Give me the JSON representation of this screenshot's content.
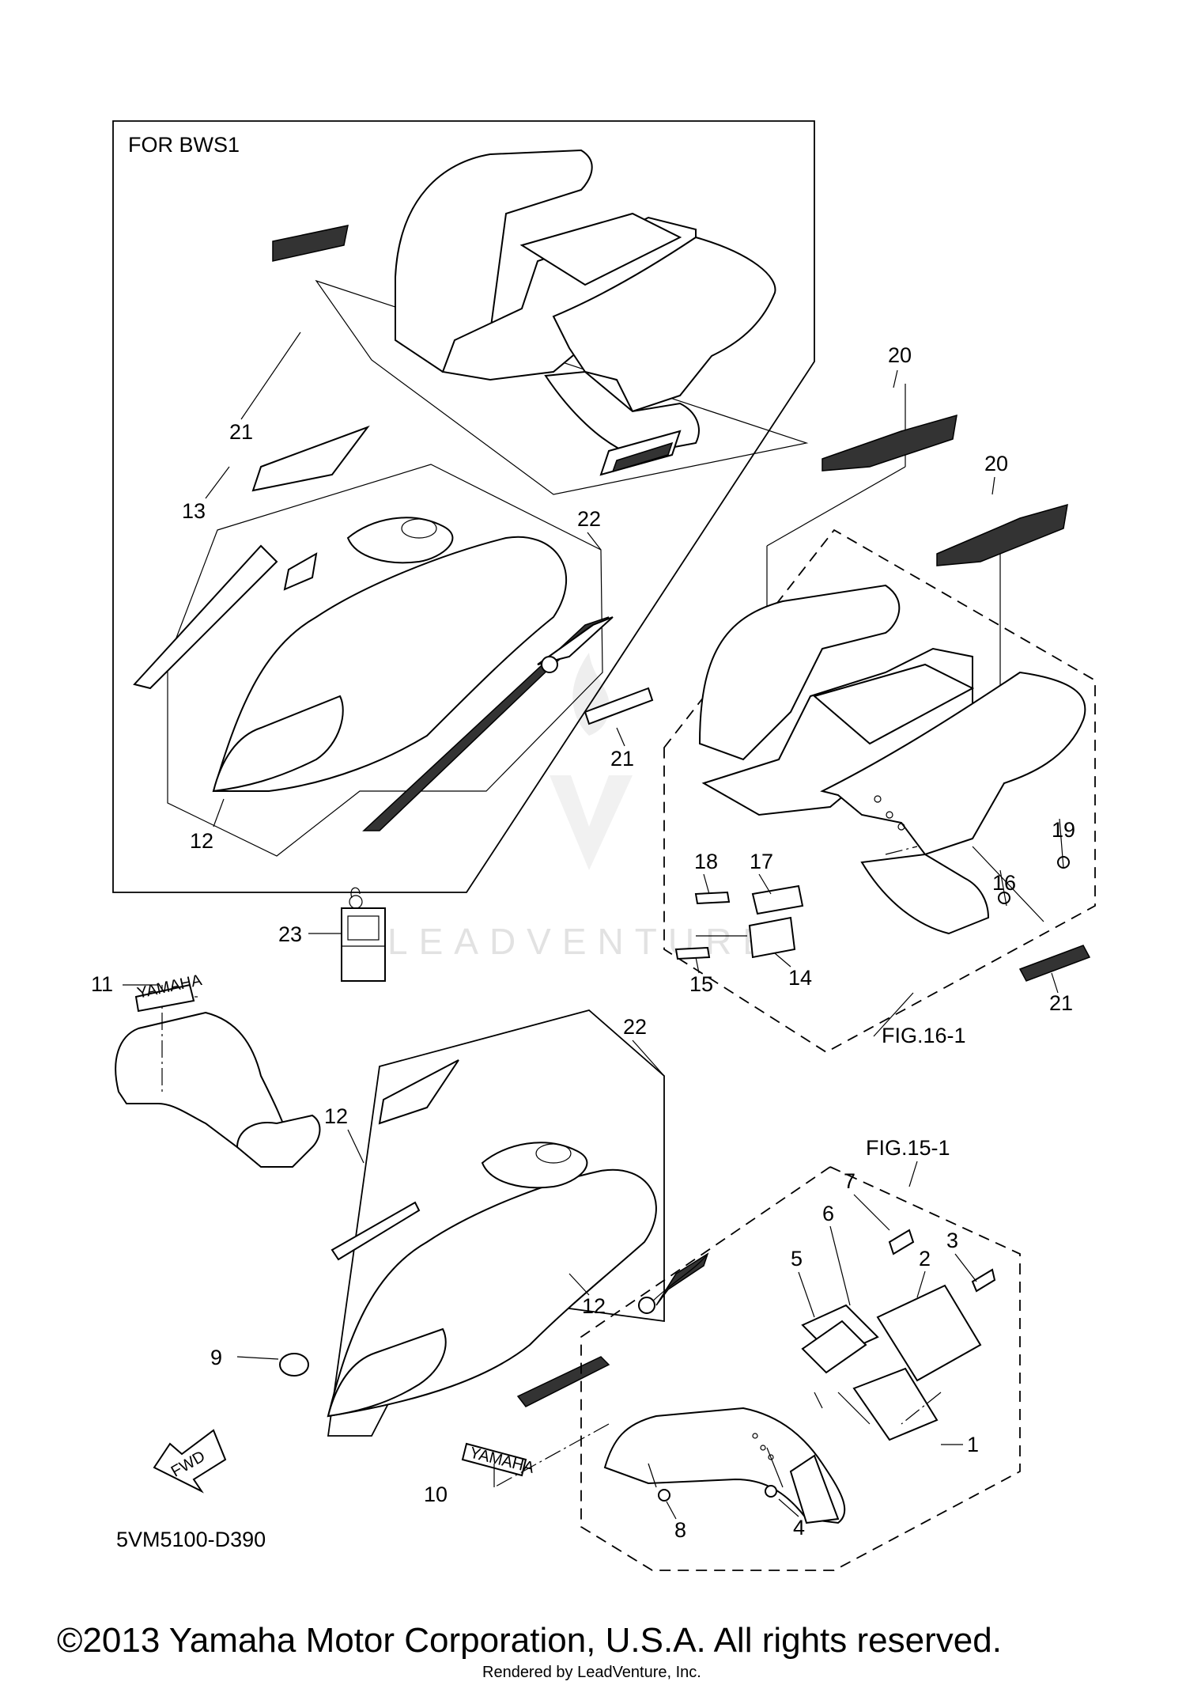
{
  "diagram": {
    "box_heading": "FOR BWS1",
    "diagram_code": "5VM5100-D390",
    "fwd_arrow_label": "FWD",
    "copyright": "©2013 Yamaha Motor Corporation, U.S.A. All rights reserved.",
    "rendered_by": "Rendered by LeadVenture, Inc.",
    "watermark": "LEADVENTURE",
    "decal_brand_text": "YAMAHA",
    "figure_refs": {
      "fig16": "FIG.16-1",
      "fig15": "FIG.15-1"
    },
    "callouts": [
      {
        "id": "c1",
        "num": "1"
      },
      {
        "id": "c2",
        "num": "2"
      },
      {
        "id": "c3",
        "num": "3"
      },
      {
        "id": "c4",
        "num": "4"
      },
      {
        "id": "c5",
        "num": "5"
      },
      {
        "id": "c6",
        "num": "6"
      },
      {
        "id": "c7",
        "num": "7"
      },
      {
        "id": "c8",
        "num": "8"
      },
      {
        "id": "c9",
        "num": "9"
      },
      {
        "id": "c10",
        "num": "10"
      },
      {
        "id": "c11",
        "num": "11"
      },
      {
        "id": "c12a",
        "num": "12"
      },
      {
        "id": "c12b",
        "num": "12"
      },
      {
        "id": "c12c",
        "num": "12"
      },
      {
        "id": "c13",
        "num": "13"
      },
      {
        "id": "c14",
        "num": "14"
      },
      {
        "id": "c15",
        "num": "15"
      },
      {
        "id": "c16",
        "num": "16"
      },
      {
        "id": "c17",
        "num": "17"
      },
      {
        "id": "c18",
        "num": "18"
      },
      {
        "id": "c19",
        "num": "19"
      },
      {
        "id": "c20a",
        "num": "20"
      },
      {
        "id": "c20b",
        "num": "20"
      },
      {
        "id": "c21a",
        "num": "21"
      },
      {
        "id": "c21b",
        "num": "21"
      },
      {
        "id": "c21c",
        "num": "21"
      },
      {
        "id": "c22a",
        "num": "22"
      },
      {
        "id": "c22b",
        "num": "22"
      },
      {
        "id": "c23",
        "num": "23"
      }
    ]
  }
}
